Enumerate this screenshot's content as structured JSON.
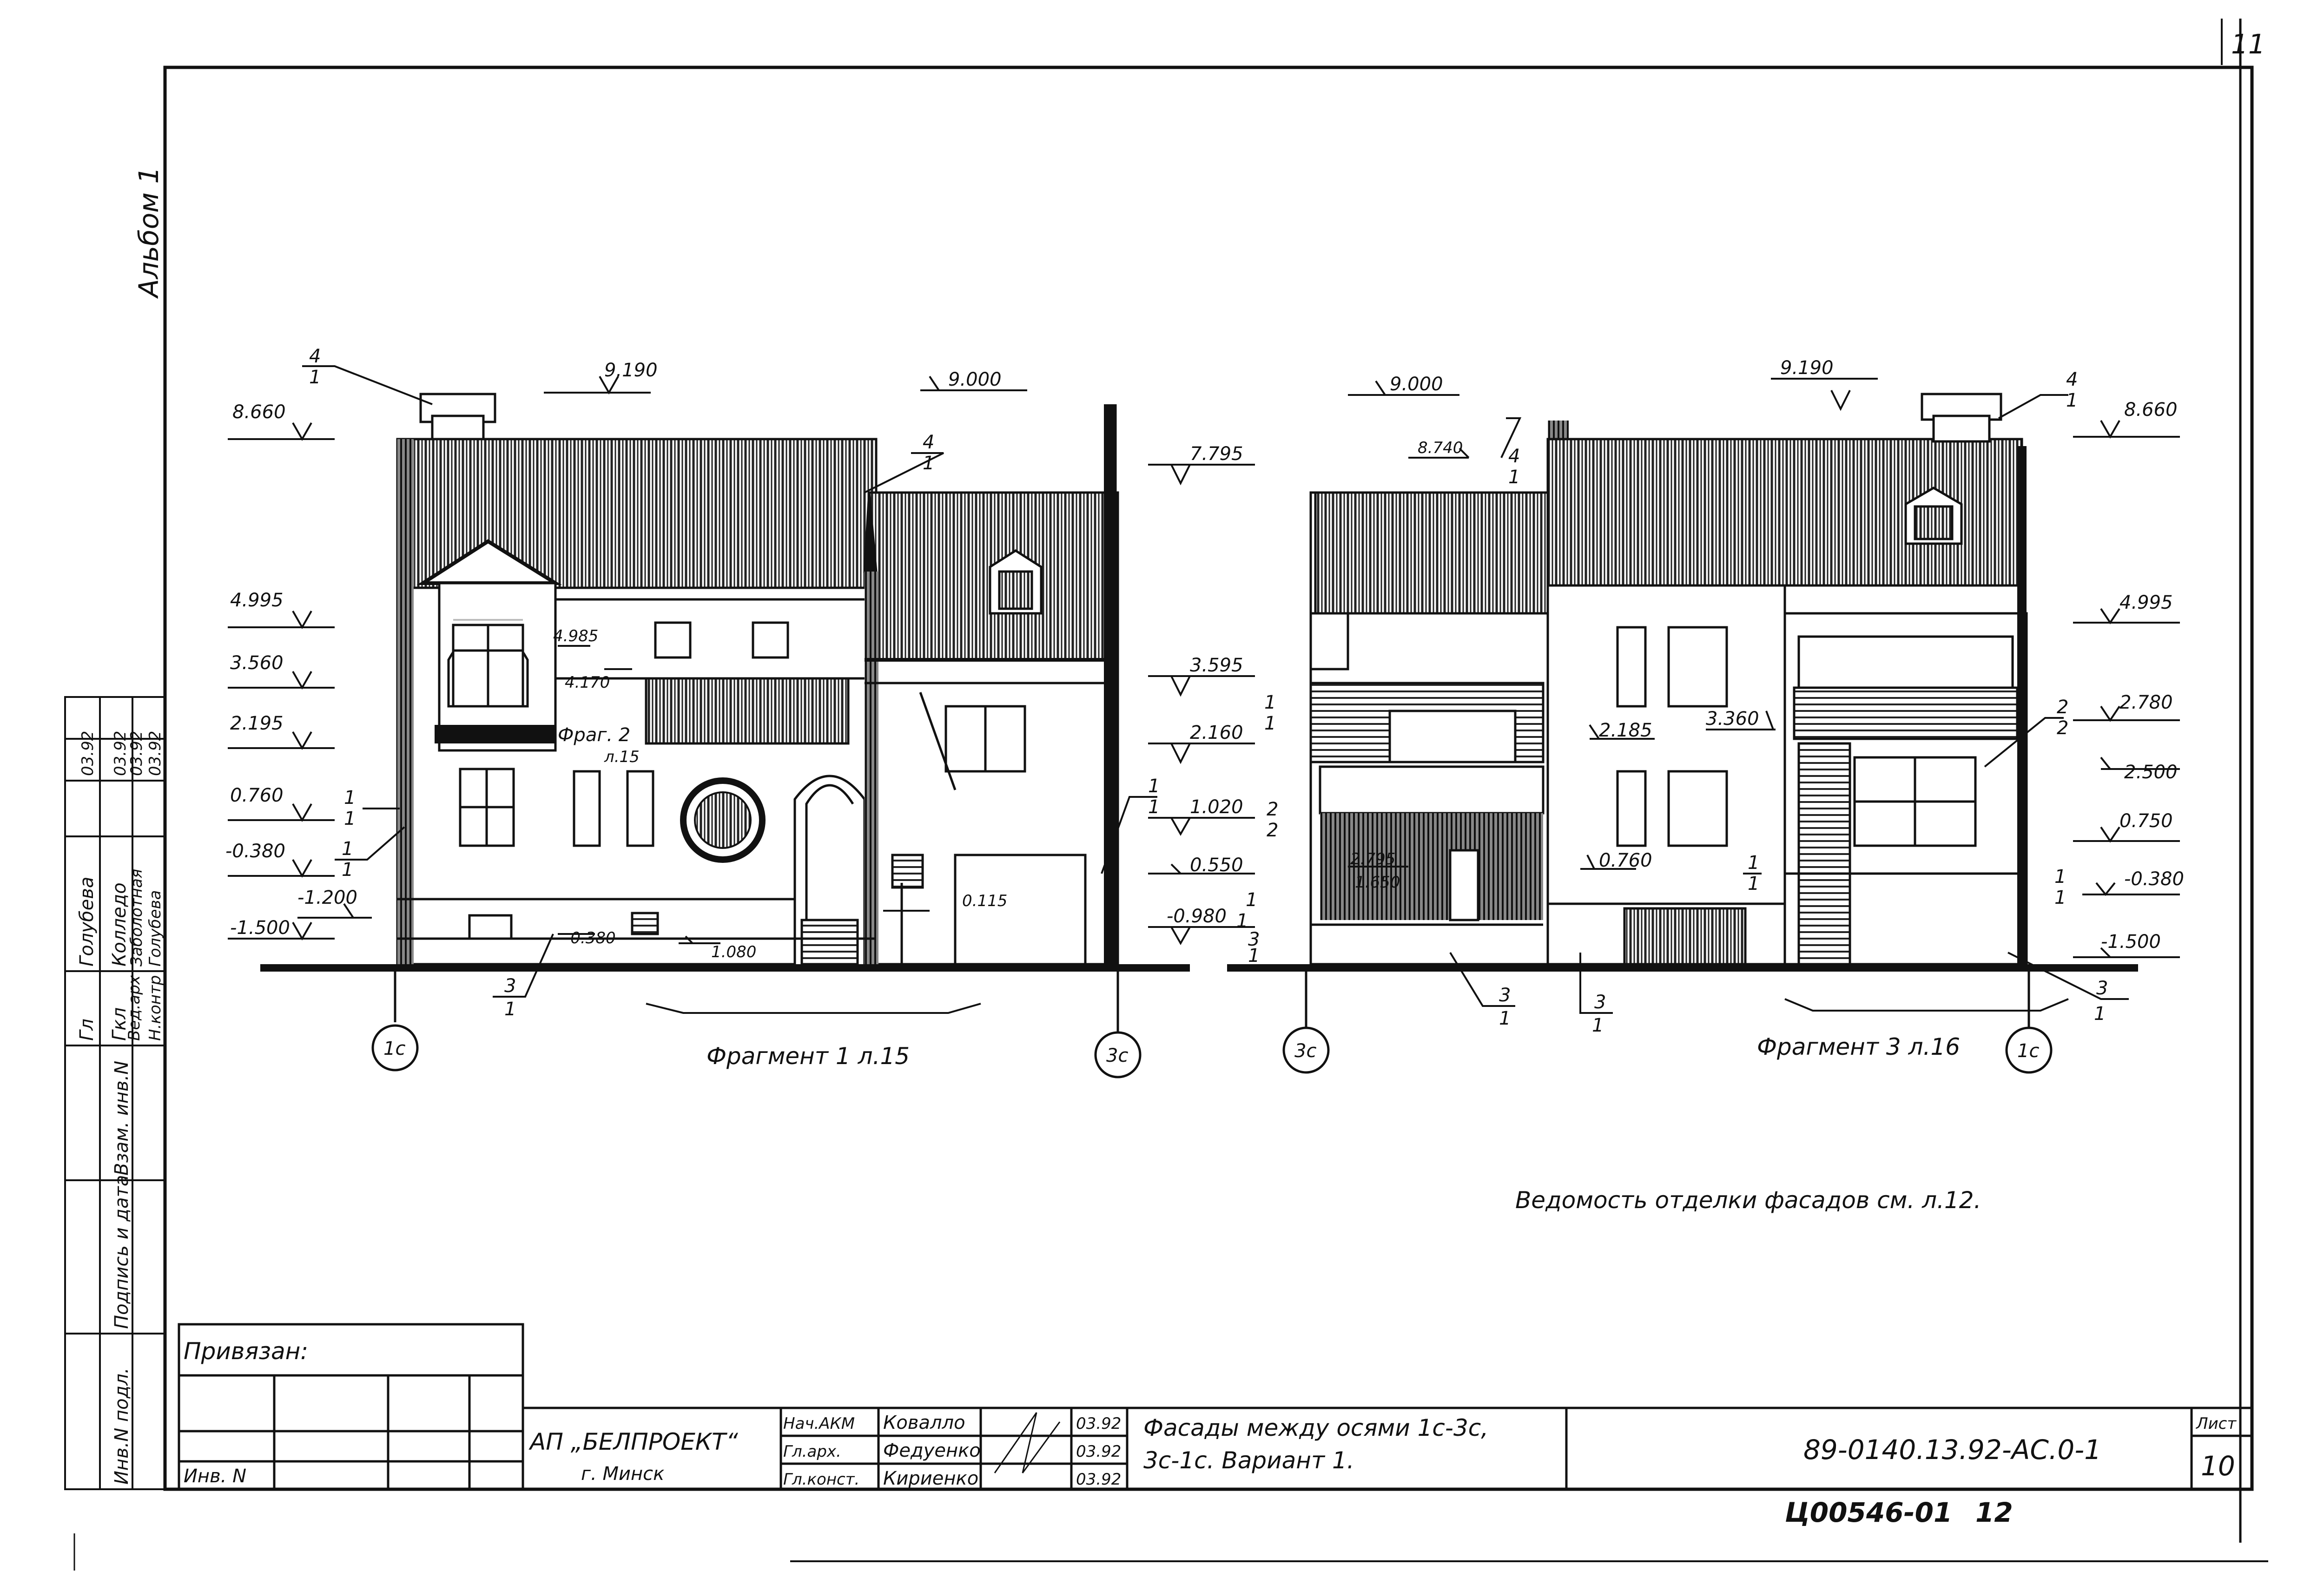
{
  "sheet": {
    "page_number_top": "11",
    "album_label": "Альбом 1",
    "fragment_left_caption": "Фрагмент 1 л.15",
    "fragment_right_caption": "Фрагмент 3 л.16",
    "fragment_2_ref": "Фраг. 2",
    "fragment_2_sheet": "л.15",
    "finishing_note": "Ведомость отделки фасадов см. л.12.",
    "axes": {
      "left_1": "1с",
      "left_2": "3с",
      "right_1": "3с",
      "right_2": "1с"
    }
  },
  "left_elevations": {
    "top_left_mark": "9.190",
    "roof_mark": "8.660",
    "ridge_mark": "9.000",
    "right_top_mark": "7.795",
    "marks_left": [
      "4.995",
      "3.560",
      "2.195",
      "0.760",
      "-0.380",
      "-1.200",
      "-1.500"
    ],
    "marks_inner": [
      "4.985",
      "4.170",
      "-0.380",
      "0.115",
      "1.080"
    ],
    "marks_right": [
      "3.595",
      "2.160",
      "1.020",
      "0.550",
      "-0.980"
    ]
  },
  "right_elevations": {
    "top_right_mark": "9.190",
    "roof_mark": "8.660",
    "ridge_mark": "9.000",
    "chimney_mark": "8.740",
    "marks_right": [
      "4.995",
      "2.780",
      "2.500",
      "0.750",
      "-0.380",
      "-1.500"
    ],
    "marks_inner": [
      "2.185",
      "3.360",
      "0.760",
      "2.795",
      "1.650"
    ]
  },
  "callouts": {
    "c41": [
      "4",
      "1"
    ],
    "c11": [
      "1",
      "1"
    ],
    "c22": [
      "2",
      "2"
    ],
    "c31": [
      "3",
      "1"
    ]
  },
  "stamp_left": {
    "rows": [
      "Гл",
      "Гкл",
      "Вед.арх",
      "Н.контр"
    ],
    "names": [
      "Голубева",
      "Колледо",
      "Заболотная",
      "Голубева"
    ],
    "dates": [
      "03.92",
      "03.92",
      "03.92",
      "03.92"
    ],
    "columns": [
      "Инв.N подл.",
      "Подпись и дата",
      "Взам. инв.N"
    ]
  },
  "title_block": {
    "attached_label": "Привязан:",
    "inv_label": "Инв. N",
    "organization": "АП „БЕЛПРОЕКТ“",
    "city": "г. Минск",
    "roles": [
      "Нач.АКМ",
      "Гл.арх.",
      "Гл.конст."
    ],
    "names": [
      "Ковалло",
      "Федуенко",
      "Кириенко"
    ],
    "dates": [
      "03.92",
      "03.92",
      "03.92"
    ],
    "drawing_title_1": "Фасады между осями 1с-3с,",
    "drawing_title_2": "3с-1с. Вариант 1.",
    "drawing_code": "89-0140.13.92-АС.0-1",
    "sheet_label": "Лист",
    "sheet_number": "10",
    "archive_code": "Ц00546-01",
    "archive_sheet": "12"
  }
}
